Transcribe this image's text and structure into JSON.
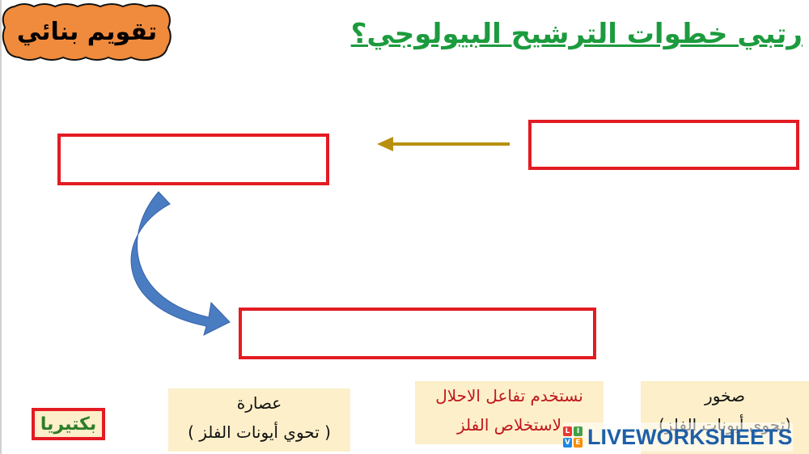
{
  "badge": {
    "label": "تقويم بنائي",
    "fill": "#f08a3c"
  },
  "title": "رتبي خطوات الترشيح البيولوجي؟",
  "drop_zones": [
    {
      "id": "drop-right",
      "value": ""
    },
    {
      "id": "drop-left",
      "value": ""
    },
    {
      "id": "drop-bottom",
      "value": ""
    }
  ],
  "cards": {
    "juice": {
      "line1": "عصارة",
      "line2": "( تحوي أيونات الفلز )"
    },
    "reaction": {
      "line1": "نستخدم تفاعل الاحلال",
      "line2": "لاستخلاص الفلز"
    },
    "rocks": {
      "line1": "صخور",
      "line2": "(تحوي أيونات الفلز)"
    }
  },
  "word_bacteria": "بكتيريا",
  "watermark": {
    "text": "LIVEWORKSHEETS",
    "logo_letters": [
      "L",
      "I",
      "V",
      "E"
    ]
  },
  "colors": {
    "title_green": "#1c9b3e",
    "box_red": "#e31b23",
    "card_bg": "#fcefc9",
    "arrow_gold": "#b8900f",
    "arrow_blue": "#4a7cc2",
    "brand_blue": "#1e5fa8"
  }
}
